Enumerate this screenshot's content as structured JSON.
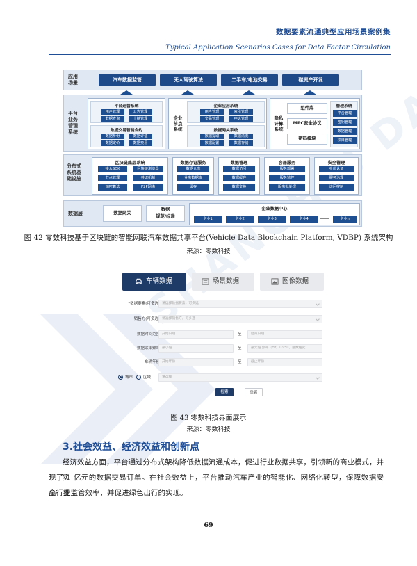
{
  "header": {
    "title_cn": "数据要素流通典型应用场景案例集",
    "title_en": "Typical Application Scenarios Cases for  Data Factor Circulation"
  },
  "arch": {
    "app_layer": {
      "label": "应用\n场景",
      "items": [
        "汽车数据监管",
        "无人驾驶算法",
        "二手车/电池交易",
        "碳资产开发"
      ]
    },
    "mgmt_layer": {
      "label": "平台\n业务\n管理\n系统",
      "platform_ops": {
        "title": "平台运营系统",
        "items": [
          "用户管理",
          "公告管理",
          "数据查询",
          "上链管理"
        ]
      },
      "trade_contract": {
        "title": "数据交易智能合约",
        "items": [
          "数据身份",
          "数据评证",
          "数据定价",
          "数据交易"
        ]
      },
      "enterprise_node": {
        "label": "企业\n节点\n系统",
        "app_sys": {
          "title": "企业应用系统",
          "items": [
            "用户管理",
            "索引管理",
            "交易管理",
            "申诉管理"
          ]
        },
        "gateway_sys": {
          "title": "数据网关系统",
          "items": [
            "数据提取",
            "数据清洗",
            "数据配置",
            "数据存储"
          ]
        }
      },
      "privacy": {
        "label": "隐私\n计算\n系统",
        "items": [
          "组件库",
          "MPC安全协议",
          "密码模块"
        ]
      },
      "management": {
        "title": "管理系统",
        "items": [
          "平台管理",
          "密钥管理",
          "数据管理",
          "项目管理"
        ]
      }
    },
    "infra_layer": {
      "label": "分布式\n系统基\n础设施",
      "blockchain": {
        "title": "区块链底层系统",
        "items": [
          "接入SDK",
          "区块链浏览器",
          "节点管理",
          "共识机制",
          "加密算法",
          "P2P网络"
        ]
      },
      "cert": {
        "title": "数据存证服务",
        "items": [
          "数据仓库",
          "业务数据库",
          "缓存"
        ]
      },
      "data_mgmt": {
        "title": "数据管理",
        "items": [
          "数据访问",
          "数据缓存",
          "数据交换"
        ]
      },
      "container": {
        "title": "容器服务",
        "items": [
          "服务部署",
          "服务监控",
          "服务批处理"
        ]
      },
      "security": {
        "title": "安全管理",
        "items": [
          "身份认证",
          "服务治理",
          "访问控制"
        ]
      }
    },
    "data_layer": {
      "label": "数据层",
      "gateway": "数据网关",
      "standard": "数据\n规范/标准",
      "center": {
        "title": "企业数据中心",
        "items": [
          "企业1",
          "企业2",
          "企业3",
          "企业4",
          "……",
          "企业n"
        ]
      }
    }
  },
  "fig42": {
    "caption": "图 42  零数科技基于区块链的智能网联汽车数据共享平台(Vehicle Data Blockchain Platform, VDBP) 系统架构",
    "source": "来源：零数科技"
  },
  "ui": {
    "tabs": [
      "车辆数据",
      "场景数据",
      "图像数据"
    ],
    "fields": [
      {
        "label": "*数据要素(可多选)",
        "placeholder": "请选择数据要素，可多选"
      },
      {
        "label": "销售方(可多选)",
        "placeholder": "请选择销售方，可多选"
      },
      {
        "label": "数据时间范围",
        "placeholder1": "开始日期",
        "sep": "至",
        "placeholder2": "结束日期"
      },
      {
        "label": "数据采集频率",
        "placeholder1": "最小值",
        "sep": "至",
        "placeholder2": "最大值 频率（Hz）0~50，整数格式"
      },
      {
        "label": "车辆年份",
        "placeholder1": "开始年份",
        "sep": "至",
        "placeholder2": "截止年份"
      }
    ],
    "region": {
      "opt1": "城市",
      "opt2": "区域",
      "placeholder": "请选择"
    },
    "search_btn": "检索",
    "reset_btn": "重置"
  },
  "fig43": {
    "caption": "图 43  零数科技界面展示",
    "source": "来源：零数科技"
  },
  "section": {
    "title": "3.社会效益、经济效益和创新点",
    "p1_line1": "经济效益方面，平台通过分布式架构降低数据流通成本，促进行业数据共享，引领新的商业模式，并实",
    "p1_line2": "现了 1 亿元的数据交易订单。在社会效益上，平台推动汽车产业的智能化、网络化转型，保障数据安全，提",
    "p1_line3": "高行业监管效率，并促进绿色出行的实现。"
  },
  "page_number": "69",
  "watermark": "SHANGHAI DATA EXCHANGE"
}
